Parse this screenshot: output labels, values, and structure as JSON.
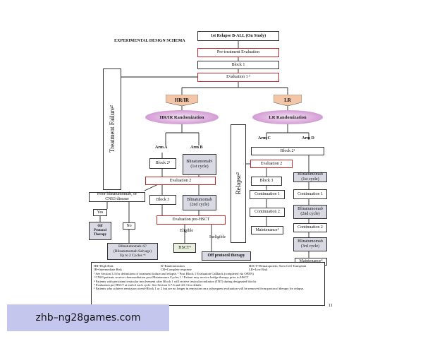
{
  "header": {
    "schema_title": "EXPERIMENTAL DESIGN SCHEMA",
    "page_number": "11"
  },
  "boxes": {
    "relapse": "1st Relapse B-ALL (On Study)",
    "pretreatment": "Pre-treatment Evaluation",
    "block1": "Block 1",
    "evaluation1": "Evaluation 1 ³",
    "block2_hr": "Block 2¹",
    "blina_hr_1": "Blinatumomab¹\n(1st cycle)",
    "evaluation2_hr": "Evaluation 2",
    "block3_hr": "Block 3",
    "blina_hr_2": "Blinatumomab\n(2nd cycle)",
    "eval_prehsct": "Evaluation pre-HSCT",
    "hsct": "HSCT⁴",
    "off_protocol_main": "Off protocol therapy",
    "prior_blina": "Prior blinatumomab, or\nCNS3 disease",
    "yes": "Yes",
    "no": "No",
    "off_protocol_small": "Off\nProtocol\nTherapy",
    "blina_salvage": "Blinatumomab+S⁵\n(Blinatumomab Salvage)\nUp to 2 Cycles ⁴ᵃ",
    "block2_lr": "Block 2¹",
    "evaluation2_lr": "Evaluation 2",
    "block3_lr": "Block 3",
    "continuation1_c": "Continuation 1",
    "continuation2_c": "Continuation 2",
    "maintenance_c": "Maintenance⁴",
    "blina_lr_1": "Blinatumomab\n(1st cycle)",
    "continuation1_d": "Continuation 1",
    "blina_lr_2": "Blinatumomab\n(2nd cycle)",
    "continuation2_d": "Continuation 2",
    "blina_lr_3": "Blinatumomab\n(3rd cycle)",
    "maintenance_d": "Maintenance⁴"
  },
  "labels": {
    "hr_ir": "HR/IR",
    "lr": "LR",
    "hr_randomization": "HR/IR Randomization",
    "lr_randomization": "LR Randomization",
    "arm_a": "Arm A",
    "arm_b": "Arm B",
    "arm_c": "Arm C",
    "arm_d": "Arm D",
    "eligible": "Eligible",
    "ineligible": "Ineligible",
    "treatment_failure": "Treatment Failure²",
    "relapse_side": "Relapse²"
  },
  "legend": {
    "rows": [
      [
        "HR=High Risk",
        "R=Randomization",
        "HSCT=Hematopoietic Stem Cell Transplant"
      ],
      [
        "IR=Intermediate Risk",
        "CR=Complete response",
        "LR=Low Risk"
      ]
    ],
    "notes": [
      "¹ See Section 3.3 for definitions of treatment failure and relapse.  ¹ Post Block 1 Evaluation Callback (completed via OPEN)",
      "² CNS3 patients receive chemoradiation post Maintenance Cycles 1   ³ Patient may receive bridge therapy prior to HSCT",
      "⁴ Patients with persistent testicular involvement after Block 1 will receive testicular radiation (TRT) during designated blocks",
      "⁵ Evaluation pre-HSCT at end of each cycle. See Section 6.7.6 and 4.5.3 for details",
      "⁶ Patients who achieve remission at end-Block 1 or 2 but are no longer in remission on a subsequent evaluation will be removed from protocol therapy for relapse."
    ]
  },
  "watermark": "zhb–ng28games.com"
}
